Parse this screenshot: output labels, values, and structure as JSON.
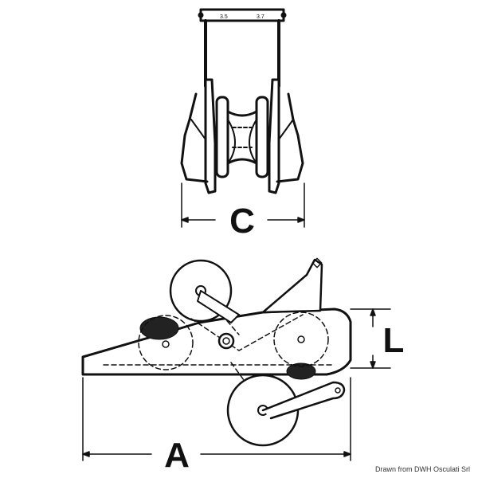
{
  "diagram": {
    "dimensions": {
      "c": "C",
      "l": "L",
      "a": "A"
    },
    "top_plate_marks": [
      "3.5",
      "3.7"
    ]
  },
  "footer": {
    "credit": "Drawn from DWH Osculati Srl"
  }
}
